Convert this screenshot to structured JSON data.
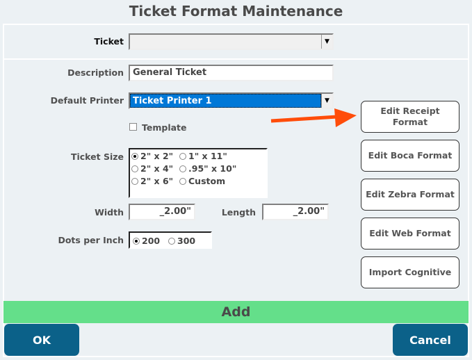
{
  "title": "Ticket Format Maintenance",
  "ticket": {
    "label": "Ticket",
    "value": ""
  },
  "description": {
    "label": "Description",
    "value": "General Ticket"
  },
  "default_printer": {
    "label": "Default Printer",
    "value": "Ticket Printer 1"
  },
  "template": {
    "label": "Template",
    "checked": false
  },
  "ticket_size": {
    "label": "Ticket Size",
    "options": [
      "2\" x 2\"",
      "1\" x 11\"",
      "2\" x 4\"",
      ".95\" x 10\"",
      "2\" x 6\"",
      "Custom"
    ],
    "selected": "2\" x 2\""
  },
  "width": {
    "label": "Width",
    "value": "_2.00\""
  },
  "length": {
    "label": "Length",
    "value": "_2.00\""
  },
  "dpi": {
    "label": "Dots per Inch",
    "options": [
      "200",
      "300"
    ],
    "selected": "200"
  },
  "side_buttons": [
    "Edit Receipt Format",
    "Edit Boca Format",
    "Edit Zebra Format",
    "Edit Web Format",
    "Import Cognitive"
  ],
  "add_label": "Add",
  "ok_label": "OK",
  "cancel_label": "Cancel",
  "colors": {
    "accent": "#0b6189",
    "add_bar": "#64df8a",
    "selection": "#0078d7",
    "arrow": "#ff4d0a"
  }
}
